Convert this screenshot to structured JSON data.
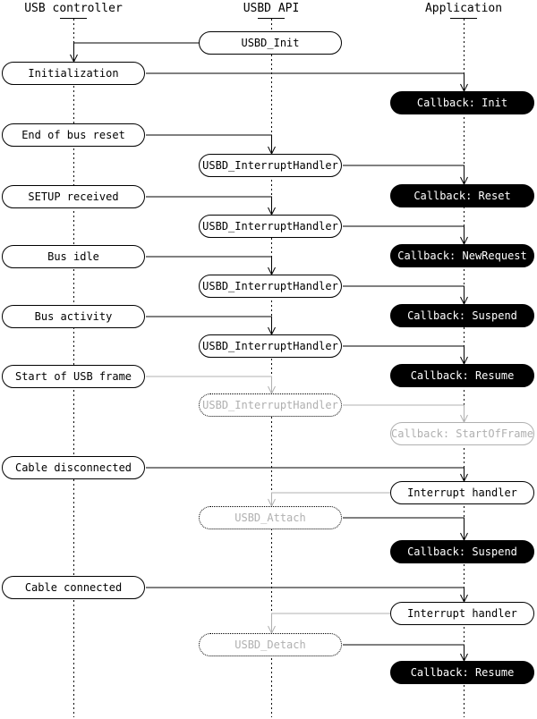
{
  "columns": [
    "USB controller",
    "USBD API",
    "Application"
  ],
  "nodes": [
    {
      "label": "USBD_Init"
    },
    {
      "label": "Initialization"
    },
    {
      "label": "Callback: Init"
    },
    {
      "label": "End of bus reset"
    },
    {
      "label": "USBD_InterruptHandler"
    },
    {
      "label": "Callback: Reset"
    },
    {
      "label": "SETUP received"
    },
    {
      "label": "USBD_InterruptHandler"
    },
    {
      "label": "Callback: NewRequest"
    },
    {
      "label": "Bus idle"
    },
    {
      "label": "USBD_InterruptHandler"
    },
    {
      "label": "Callback: Suspend"
    },
    {
      "label": "Bus activity"
    },
    {
      "label": "USBD_InterruptHandler"
    },
    {
      "label": "Callback: Resume"
    },
    {
      "label": "Start of USB frame"
    },
    {
      "label": "USBD_InterruptHandler"
    },
    {
      "label": "Callback: StartOfFrame"
    },
    {
      "label": "Cable disconnected"
    },
    {
      "label": "Interrupt handler"
    },
    {
      "label": "USBD_Attach"
    },
    {
      "label": "Callback: Suspend"
    },
    {
      "label": "Cable connected"
    },
    {
      "label": "Interrupt handler"
    },
    {
      "label": "USBD_Detach"
    },
    {
      "label": "Callback: Resume"
    }
  ],
  "flows": [
    {
      "from": "USBD_Init",
      "to": "Initialization",
      "style": "active"
    },
    {
      "from": "Initialization",
      "to": "Callback: Init",
      "style": "active"
    },
    {
      "from": "End of bus reset",
      "to": "USBD_InterruptHandler",
      "style": "active"
    },
    {
      "from": "USBD_InterruptHandler",
      "to": "Callback: Reset",
      "style": "active"
    },
    {
      "from": "SETUP received",
      "to": "USBD_InterruptHandler",
      "style": "active"
    },
    {
      "from": "USBD_InterruptHandler",
      "to": "Callback: NewRequest",
      "style": "active"
    },
    {
      "from": "Bus idle",
      "to": "USBD_InterruptHandler",
      "style": "active"
    },
    {
      "from": "USBD_InterruptHandler",
      "to": "Callback: Suspend",
      "style": "active"
    },
    {
      "from": "Bus activity",
      "to": "USBD_InterruptHandler",
      "style": "active"
    },
    {
      "from": "USBD_InterruptHandler",
      "to": "Callback: Resume",
      "style": "active"
    },
    {
      "from": "Start of USB frame",
      "to": "USBD_InterruptHandler",
      "style": "inactive"
    },
    {
      "from": "USBD_InterruptHandler",
      "to": "Callback: StartOfFrame",
      "style": "inactive"
    },
    {
      "from": "Cable disconnected",
      "to": "Interrupt handler",
      "style": "active"
    },
    {
      "from": "Interrupt handler",
      "to": "USBD_Attach",
      "style": "inactive"
    },
    {
      "from": "USBD_Attach",
      "to": "Callback: Suspend",
      "style": "active"
    },
    {
      "from": "Cable connected",
      "to": "Interrupt handler",
      "style": "active"
    },
    {
      "from": "Interrupt handler",
      "to": "USBD_Detach",
      "style": "inactive"
    },
    {
      "from": "USBD_Detach",
      "to": "Callback: Resume",
      "style": "active"
    }
  ],
  "colors": {
    "line": "#000000",
    "inactive": "#b0b0b0",
    "callback_bg": "#000000",
    "callback_text": "#ffffff",
    "background": "#ffffff"
  }
}
